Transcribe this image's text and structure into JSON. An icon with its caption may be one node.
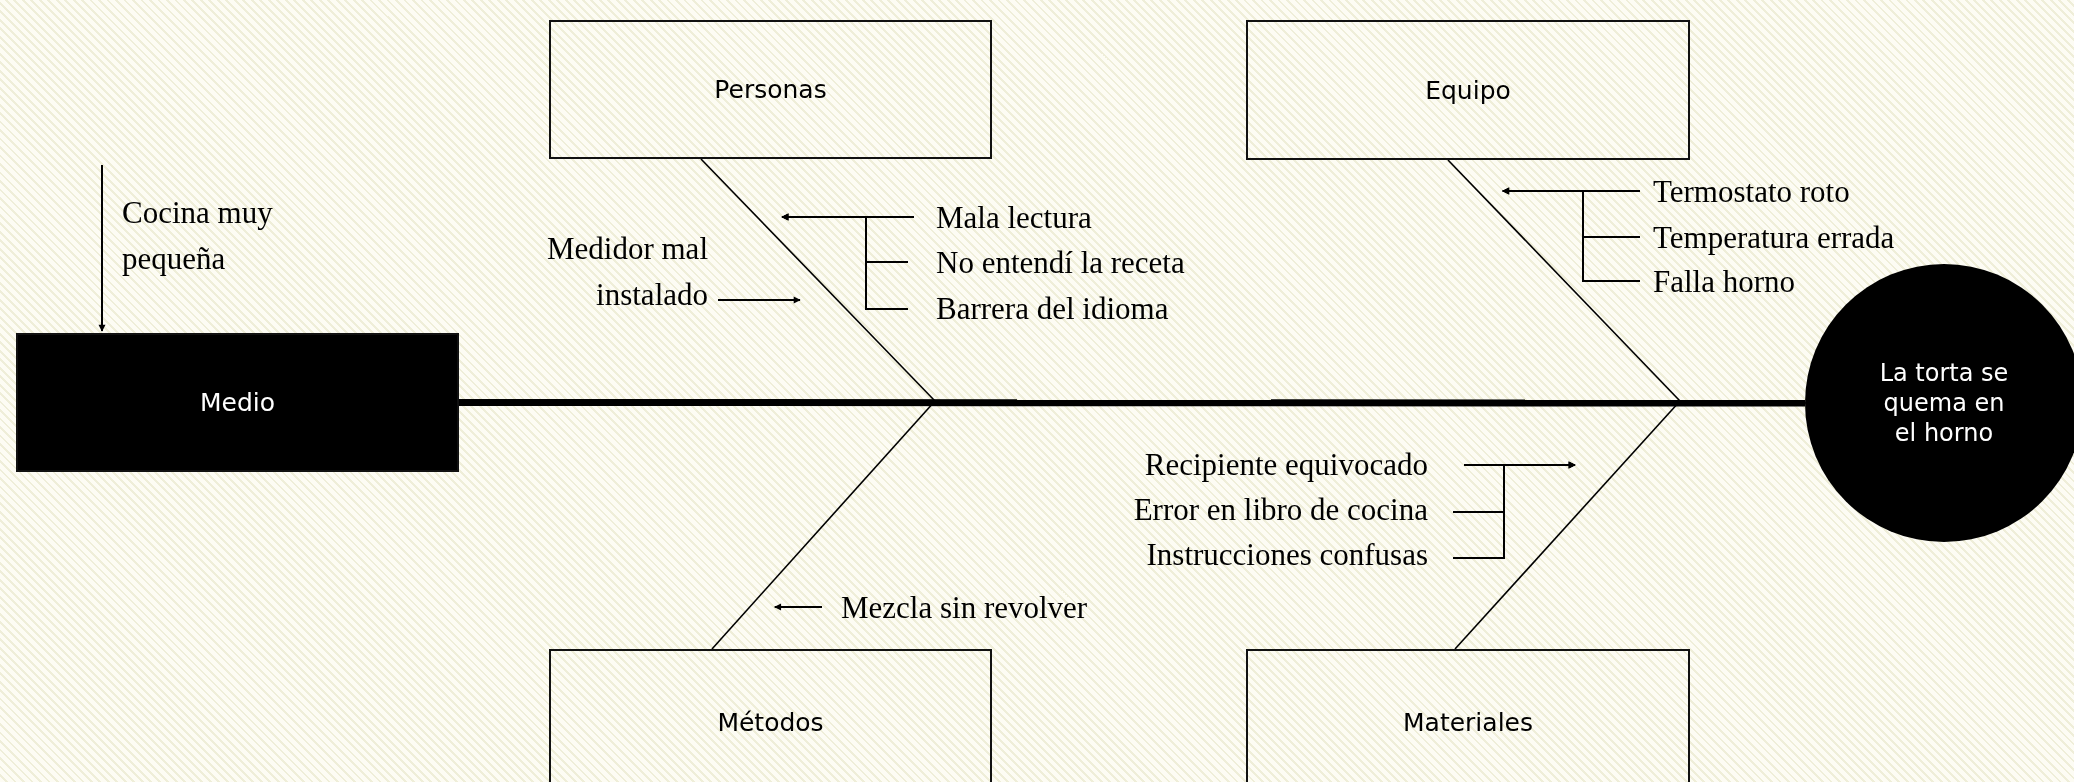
{
  "diagram": {
    "nodes": [
      {
        "text": [
          "Personas"
        ]
      },
      {
        "text": [
          "Equipo"
        ]
      },
      {
        "text": [
          "Medio"
        ]
      },
      {
        "text": [
          "La torta se quema en el horno"
        ]
      },
      {
        "text": [
          "Métodos"
        ]
      },
      {
        "text": [
          "Materiales"
        ]
      },
      {
        "text": [
          "Cocina muy pequeña"
        ]
      },
      {
        "text": [
          "Mala lectura"
        ]
      },
      {
        "text": [
          "No entendí la receta"
        ]
      },
      {
        "text": [
          "Barrera del idioma"
        ]
      },
      {
        "text": [
          "Medidor mal instalado"
        ]
      },
      {
        "text": [
          "Termostato roto"
        ]
      },
      {
        "text": [
          "Temperatura errada"
        ]
      },
      {
        "text": [
          "Falla horno"
        ]
      },
      {
        "text": [
          "Recipiente equivocado"
        ]
      },
      {
        "text": [
          "Error en libro de cocina"
        ]
      },
      {
        "text": [
          "Instrucciones confusas"
        ]
      },
      {
        "text": [
          "Mezcla sin revolver"
        ]
      }
    ],
    "edges": [
      {
        "from": 2,
        "to": 3,
        "arrow": "none",
        "style": "thick"
      },
      {
        "from": 0,
        "to": null,
        "arrow": "none"
      },
      {
        "from": 1,
        "to": null,
        "arrow": "none"
      },
      {
        "from": 4,
        "to": null,
        "arrow": "none"
      },
      {
        "from": 5,
        "to": null,
        "arrow": "none"
      },
      {
        "from": 6,
        "to": 2,
        "arrow": "to"
      },
      {
        "from": 7,
        "to": 0,
        "arrow": "to"
      },
      {
        "from": 8,
        "to": 0,
        "arrow": "to"
      },
      {
        "from": 9,
        "to": 0,
        "arrow": "to"
      },
      {
        "from": 10,
        "to": null,
        "arrow": "to"
      },
      {
        "from": 11,
        "to": 1,
        "arrow": "to"
      },
      {
        "from": 12,
        "to": 1,
        "arrow": "to"
      },
      {
        "from": 13,
        "to": 1,
        "arrow": "to"
      },
      {
        "from": 14,
        "to": null,
        "arrow": "to"
      },
      {
        "from": 15,
        "to": null,
        "arrow": "to"
      },
      {
        "from": 16,
        "to": null,
        "arrow": "to"
      },
      {
        "from": 17,
        "to": 4,
        "arrow": "to"
      }
    ]
  }
}
